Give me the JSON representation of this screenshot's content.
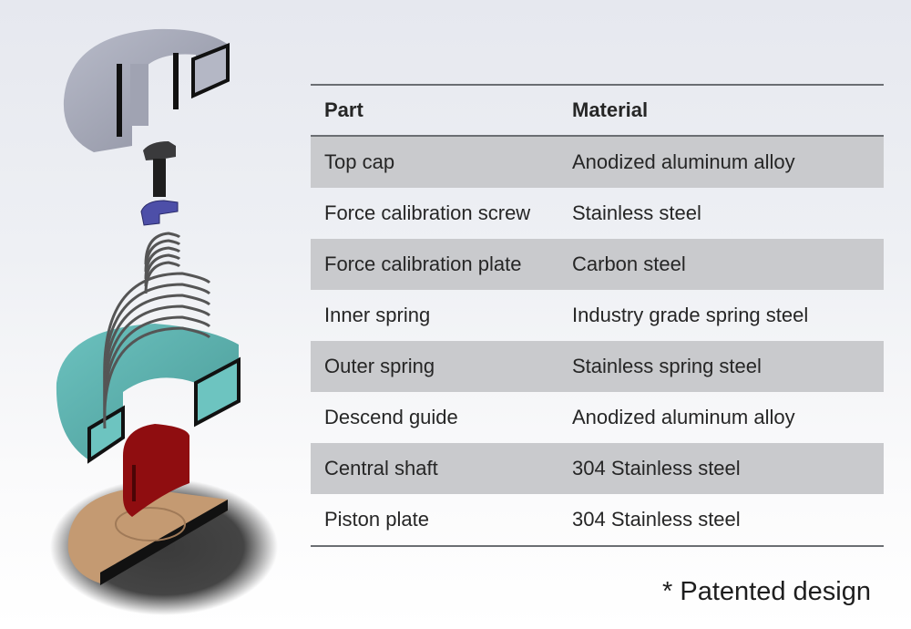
{
  "table": {
    "headers": {
      "part": "Part",
      "material": "Material"
    },
    "rows": [
      {
        "part": "Top cap",
        "material": "Anodized aluminum alloy"
      },
      {
        "part": "Force calibration screw",
        "material": "Stainless steel"
      },
      {
        "part": "Force calibration plate",
        "material": "Carbon steel"
      },
      {
        "part": "Inner spring",
        "material": "Industry grade spring steel"
      },
      {
        "part": "Outer spring",
        "material": "Stainless spring steel"
      },
      {
        "part": "Descend guide",
        "material": "Anodized aluminum alloy"
      },
      {
        "part": "Central shaft",
        "material": "304 Stainless steel"
      },
      {
        "part": "Piston plate",
        "material": "304 Stainless steel"
      }
    ]
  },
  "footnote": "* Patented design",
  "colors": {
    "top_cap": "#a7aab9",
    "screw": "#3a3a3c",
    "calibration_plate": "#4d4fa8",
    "spring": "#555555",
    "descend_guide": "#5fb3b0",
    "central_shaft": "#8f0d10",
    "piston_plate": "#c49a72",
    "row_shade": "#c9cacd"
  }
}
